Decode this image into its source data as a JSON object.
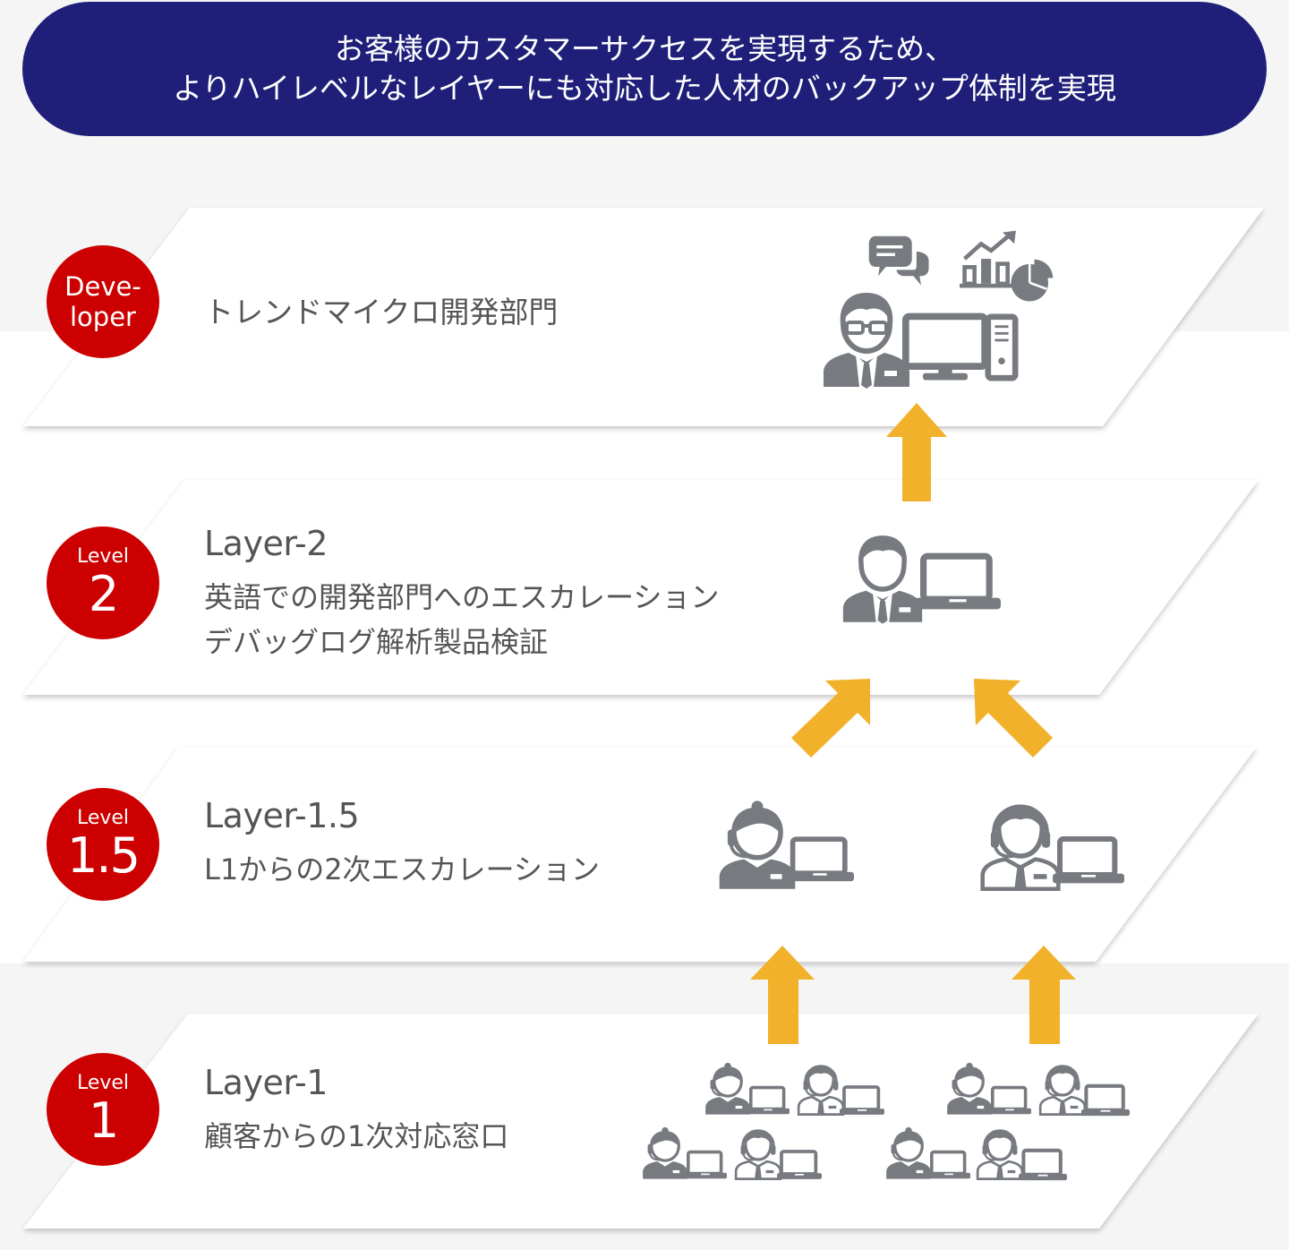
{
  "colors": {
    "banner_bg": "#1f1f7a",
    "badge_red": "#cc0000",
    "arrow_orange": "#f2b12a",
    "icon_gray": "#777b80",
    "text_gray": "#555555"
  },
  "banner": {
    "line1": "お客様のカスタマーサクセスを実現するため、",
    "line2": "よりハイレベルなレイヤーにも対応した人材のバックアップ体制を実現"
  },
  "layers": {
    "developer": {
      "badge_line1": "Deve-",
      "badge_line2": "loper",
      "title": "トレンドマイクロ開発部門"
    },
    "level2": {
      "badge_small": "Level",
      "badge_big": "2",
      "title": "Layer-2",
      "line1": "英語での開発部門へのエスカレーション",
      "line2": "デバッグログ解析製品検証"
    },
    "level15": {
      "badge_small": "Level",
      "badge_big": "1.5",
      "title": "Layer-1.5",
      "line1": "L1からの2次エスカレーション"
    },
    "level1": {
      "badge_small": "Level",
      "badge_big": "1",
      "title": "Layer-1",
      "line1": "顧客からの1次対応窓口"
    }
  },
  "icons": {
    "developer": [
      "chat-bubbles-icon",
      "growth-chart-icon",
      "pie-chart-icon",
      "engineer-with-glasses-icon",
      "desktop-computer-icon"
    ],
    "level2": [
      "engineer-with-laptop-icon"
    ],
    "level15": [
      "female-operator-with-laptop-icon",
      "male-operator-with-laptop-icon"
    ],
    "level1": [
      "operator-group-icon"
    ],
    "arrows": [
      "up-arrow-icon",
      "diagonal-arrow-icon"
    ]
  }
}
